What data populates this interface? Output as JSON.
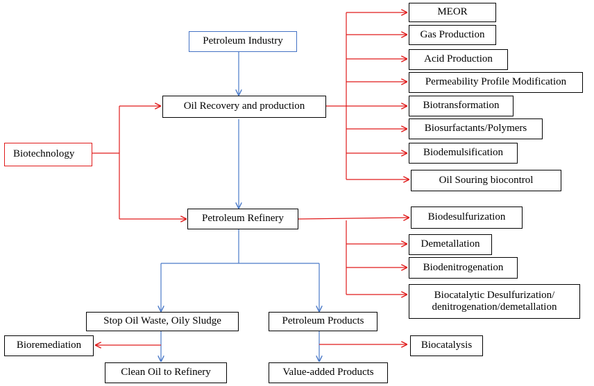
{
  "colors": {
    "blue_arrow": "#4a7ac8",
    "red_arrow": "#e01b1b",
    "box_border": "#000000",
    "industry_border": "#4472c4",
    "biotech_border": "#e01b1b"
  },
  "nodes": {
    "petroleum_industry": "Petroleum Industry",
    "oil_recovery": "Oil Recovery and production",
    "biotechnology": "Biotechnology",
    "petroleum_refinery": "Petroleum Refinery",
    "stop_oil_waste": "Stop Oil Waste, Oily Sludge",
    "petroleum_products": "Petroleum Products",
    "bioremediation": "Bioremediation",
    "clean_oil": "Clean Oil to Refinery",
    "value_added": "Value-added Products",
    "biocatalysis": "Biocatalysis"
  },
  "recovery_applications": [
    "MEOR",
    "Gas Production",
    "Acid Production",
    "Permeability Profile Modification",
    "Biotransformation",
    "Biosurfactants/Polymers",
    "Biodemulsification",
    "Oil Souring biocontrol"
  ],
  "refinery_applications": [
    "Biodesulfurization",
    "Demetallation",
    "Biodenitrogenation",
    "Biocatalytic Desulfurization/ denitrogenation/demetallation"
  ]
}
